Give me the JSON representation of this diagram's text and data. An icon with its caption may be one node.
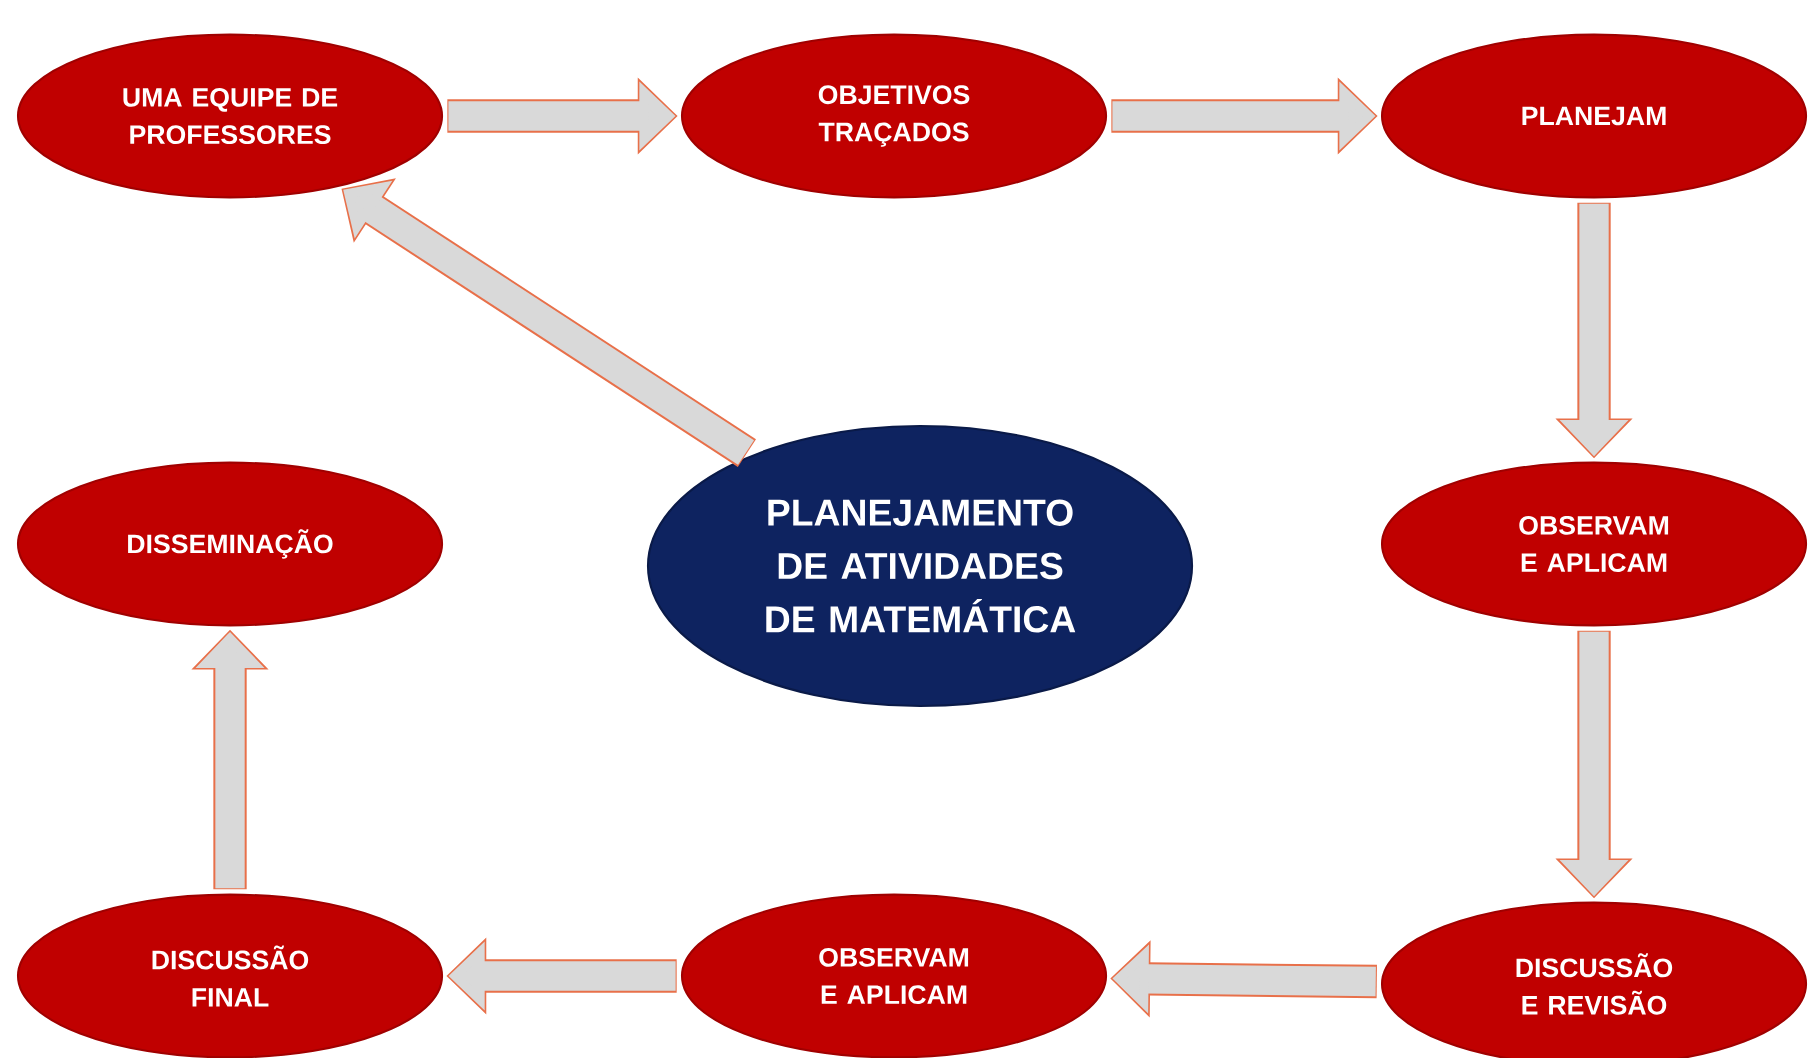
{
  "diagram": {
    "nodes": [
      {
        "text": [
          "UMA EQUIPE DE PROFESSORES"
        ]
      },
      {
        "text": [
          "OBJETIVOS TRAÇADOS"
        ]
      },
      {
        "text": [
          "PLANEJAM"
        ]
      },
      {
        "text": [
          "OBSERVAM E APLICAM"
        ]
      },
      {
        "text": [
          "DISCUSSÃO E REVISÃO"
        ]
      },
      {
        "text": [
          "OBSERVAM E APLICAM"
        ]
      },
      {
        "text": [
          "DISCUSSÃO FINAL"
        ]
      },
      {
        "text": [
          "DISSEMINAÇÃO"
        ]
      },
      {
        "text": [
          "PLANEJAMENTO DE ATIVIDADES DE MATEMÁTICA"
        ]
      }
    ],
    "edges": [
      {
        "from": 0,
        "to": 1,
        "arrow": "to"
      },
      {
        "from": 1,
        "to": 2,
        "arrow": "to"
      },
      {
        "from": 2,
        "to": 3,
        "arrow": "to"
      },
      {
        "from": 3,
        "to": 4,
        "arrow": "to"
      },
      {
        "from": 4,
        "to": 5,
        "arrow": "to"
      },
      {
        "from": 5,
        "to": 6,
        "arrow": "to"
      },
      {
        "from": 6,
        "to": 7,
        "arrow": "to"
      },
      {
        "from": 8,
        "to": 0,
        "arrow": "to"
      }
    ]
  }
}
